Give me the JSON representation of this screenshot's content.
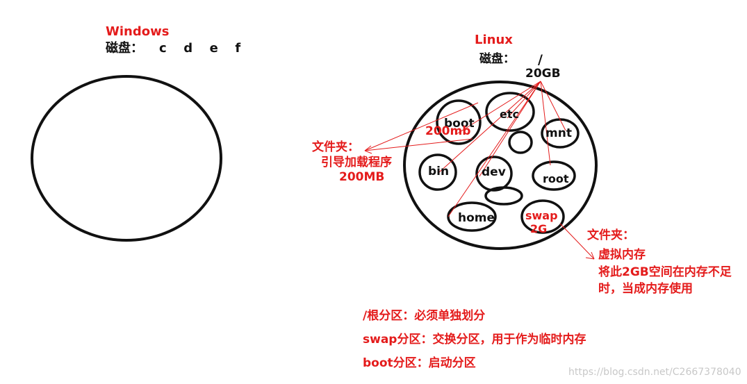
{
  "colors": {
    "red": "#e41b1b",
    "black": "#111111",
    "watermark": "#c8c8c8"
  },
  "windows": {
    "title": "Windows",
    "disk_label": "磁盘：",
    "drives": "c  d  e  f"
  },
  "linux": {
    "title": "Linux",
    "disk_label": "磁盘：",
    "root": "/",
    "size": "20GB",
    "folders": {
      "boot": "boot",
      "etc": "etc",
      "mnt": "mnt",
      "bin": "bin",
      "dev": "dev",
      "root": "root",
      "home": "home",
      "swap": "swap"
    },
    "boot_size": "200mb",
    "swap_size": "2G"
  },
  "notes": {
    "boot": {
      "heading": "文件夹：",
      "line1": "引导加载程序",
      "line2": "200MB"
    },
    "swap": {
      "heading": "文件夹：",
      "line1": "虚拟内存",
      "line2": "将此2GB空间在内存不足",
      "line3": "时，当成内存使用"
    }
  },
  "partitions": [
    "/根分区：必须单独划分",
    "swap分区：交换分区，用于作为临时内存",
    "boot分区：启动分区"
  ],
  "watermark": "https://blog.csdn.net/C2667378040"
}
